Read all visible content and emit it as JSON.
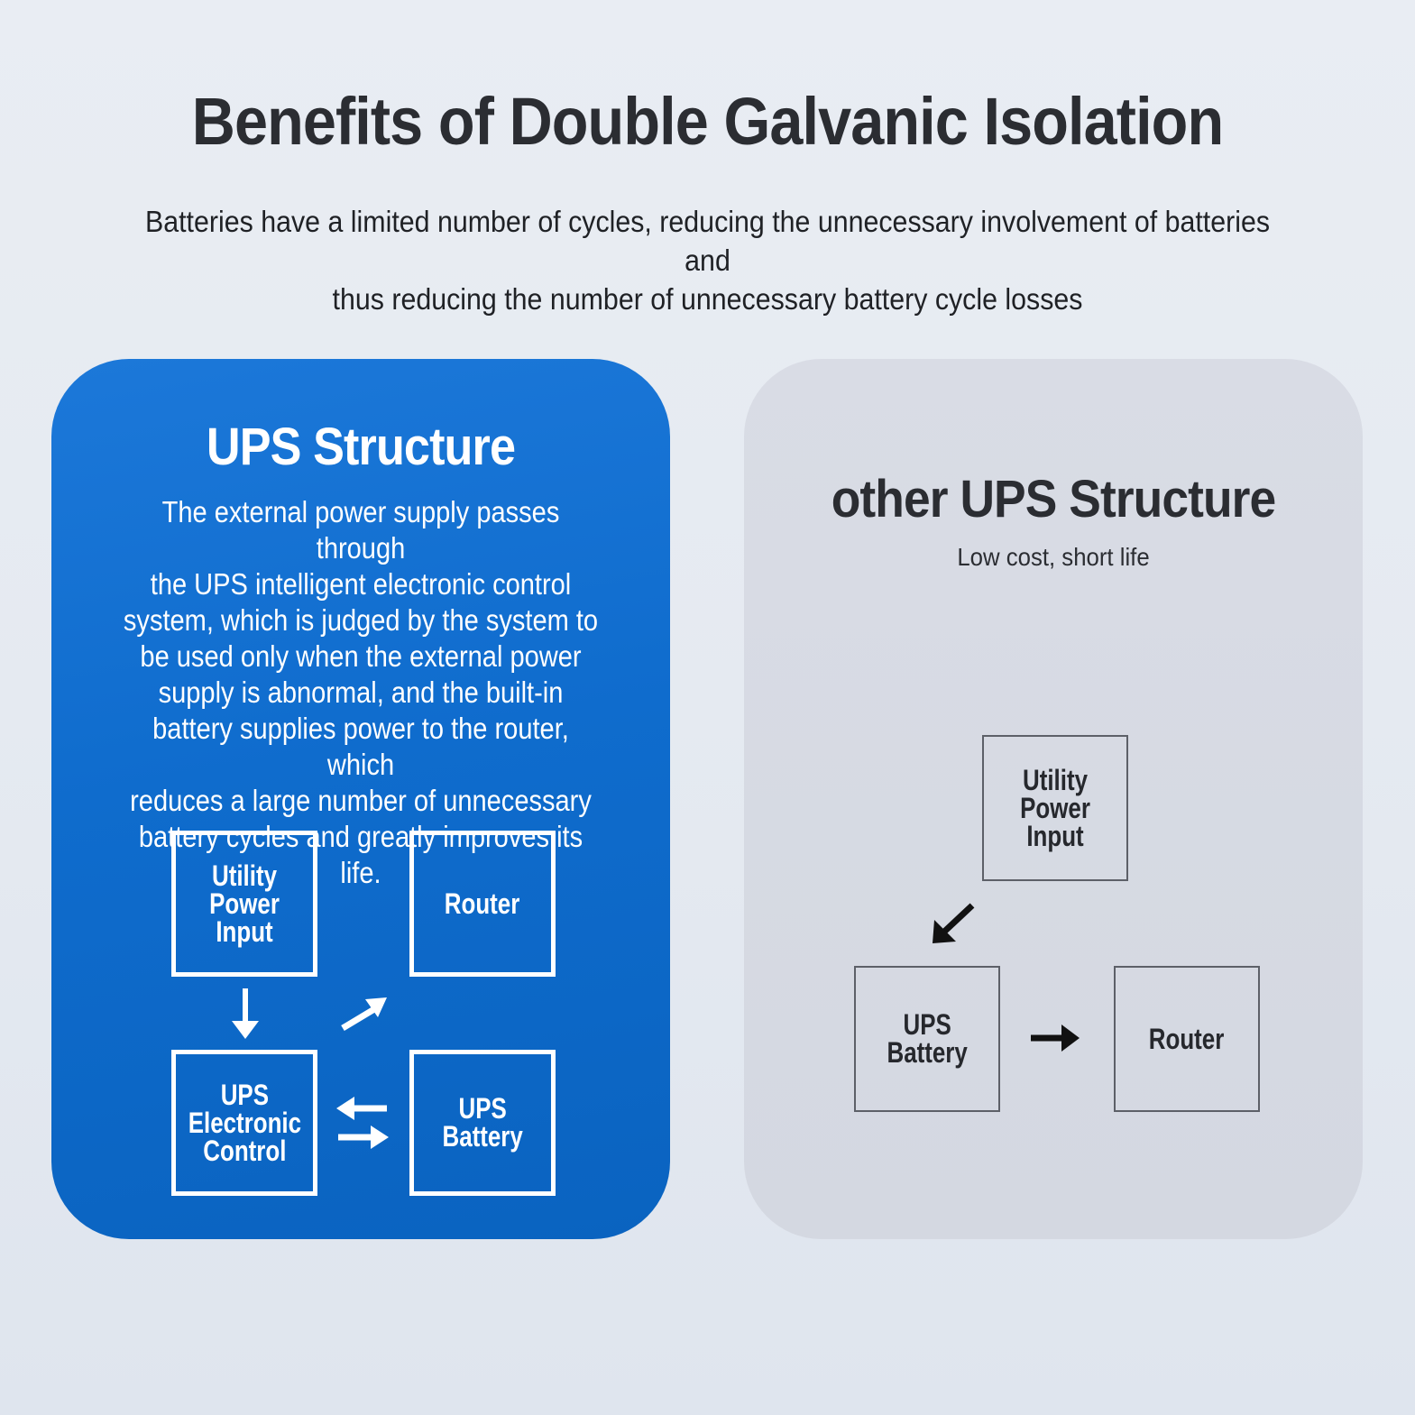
{
  "header": {
    "title": "Benefits of Double Galvanic Isolation",
    "subtitle_line1": "Batteries have a limited number of cycles, reducing the unnecessary involvement of batteries and",
    "subtitle_line2": "thus reducing the number of unnecessary battery cycle losses"
  },
  "ups_card": {
    "title": "UPS Structure",
    "description": [
      "The external power supply passes through",
      "the UPS intelligent electronic control",
      "system, which is judged by the system to",
      "be used only when the external power",
      "supply is abnormal, and the built-in",
      "battery supplies power to the router, which",
      "reduces a large number of unnecessary",
      "battery cycles and greatly improves its life."
    ],
    "boxes": {
      "utility": [
        "Utility",
        "Power",
        "Input"
      ],
      "router": [
        "Router"
      ],
      "control": [
        "UPS",
        "Electronic",
        "Control"
      ],
      "battery": [
        "UPS",
        "Battery"
      ]
    },
    "colors": {
      "card": "#0f6ccd",
      "foreground": "#ffffff"
    }
  },
  "other_card": {
    "title": "other UPS Structure",
    "subtitle": "Low cost, short life",
    "boxes": {
      "utility": [
        "Utility",
        "Power",
        "Input"
      ],
      "battery": [
        "UPS",
        "Battery"
      ],
      "router": [
        "Router"
      ]
    },
    "colors": {
      "card": "#d6dae3",
      "foreground": "#26282d"
    }
  },
  "icons": [
    "arrow-down-icon",
    "arrow-up-right-icon",
    "bidirectional-arrows-icon",
    "arrow-down-left-icon",
    "arrow-right-icon"
  ]
}
